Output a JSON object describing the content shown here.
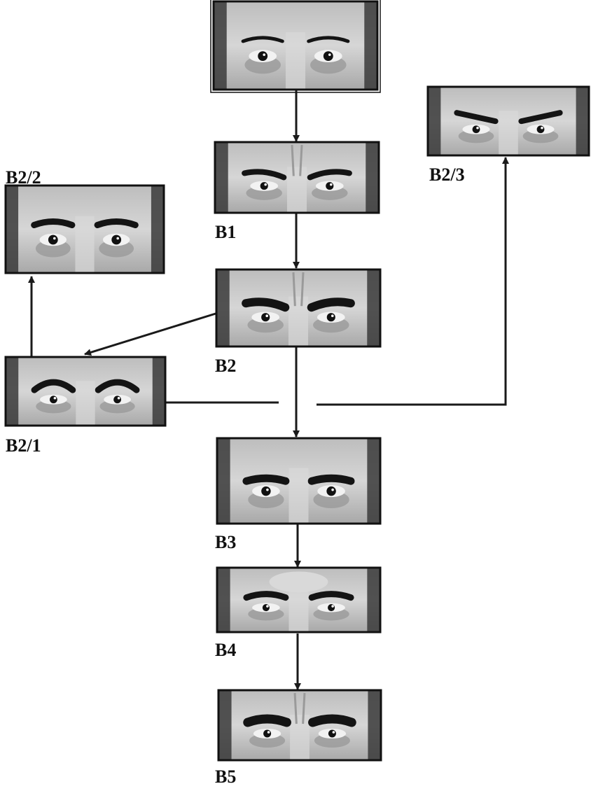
{
  "diagram": {
    "nodes": [
      {
        "id": "root",
        "label": ""
      },
      {
        "id": "B1",
        "label": "B1"
      },
      {
        "id": "B2",
        "label": "B2"
      },
      {
        "id": "B2_1",
        "label": "B2/1"
      },
      {
        "id": "B2_2",
        "label": "B2/2"
      },
      {
        "id": "B2_3",
        "label": "B2/3"
      },
      {
        "id": "B3",
        "label": "B3"
      },
      {
        "id": "B4",
        "label": "B4"
      },
      {
        "id": "B5",
        "label": "B5"
      }
    ],
    "edges": [
      {
        "from": "root",
        "to": "B1"
      },
      {
        "from": "B1",
        "to": "B2"
      },
      {
        "from": "B2",
        "to": "B2_1"
      },
      {
        "from": "B2_1",
        "to": "B2_2"
      },
      {
        "from": "B2_1",
        "to": "B2_3"
      },
      {
        "from": "B2",
        "to": "B3"
      },
      {
        "from": "B3",
        "to": "B4"
      },
      {
        "from": "B4",
        "to": "B5"
      }
    ]
  },
  "colors": {
    "line": "#1a1a1a",
    "frame": "#111111",
    "skin_light": "#d9d9d9",
    "skin_mid": "#9a9a9a",
    "skin_dark": "#3a3a3a",
    "brow": "#141414"
  }
}
